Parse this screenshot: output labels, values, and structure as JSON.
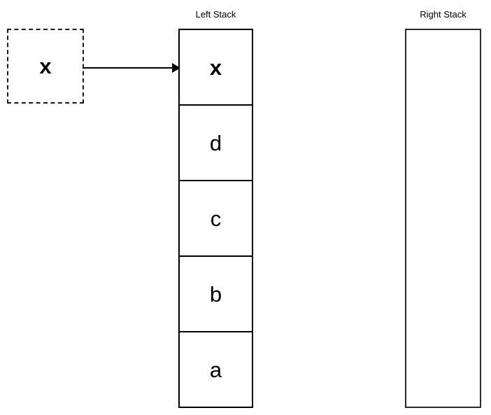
{
  "diagram": {
    "type": "stack-push-diagram",
    "background_color": "#ffffff",
    "stroke_color": "#000000"
  },
  "floating_element": {
    "label": "x",
    "border_style": "dashed",
    "name": "incoming-value"
  },
  "arrow": {
    "name": "push-arrow",
    "direction": "right",
    "head_style": "solid-triangle"
  },
  "left_stack": {
    "label": "Left Stack",
    "cells": [
      {
        "value": "x",
        "bold": true
      },
      {
        "value": "d",
        "bold": false
      },
      {
        "value": "c",
        "bold": false
      },
      {
        "value": "b",
        "bold": false
      },
      {
        "value": "a",
        "bold": false
      }
    ]
  },
  "right_stack": {
    "label": "Right Stack",
    "cells": [],
    "empty": true
  }
}
